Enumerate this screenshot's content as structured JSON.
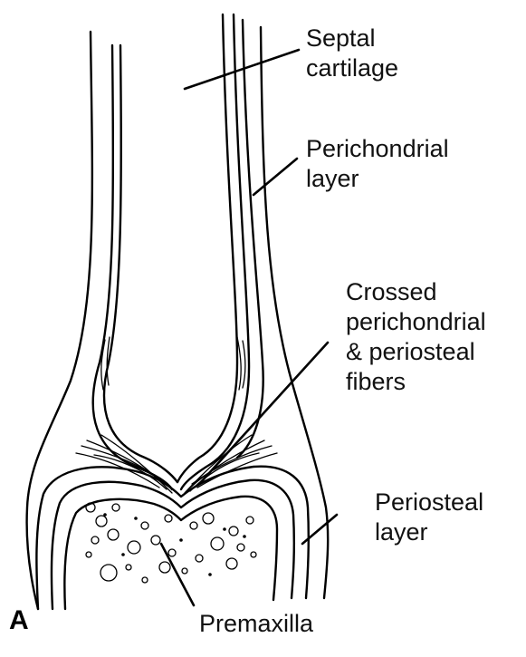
{
  "panel_label": "A",
  "labels": {
    "septal_cartilage": [
      "Septal",
      "cartilage"
    ],
    "perichondrial_layer": [
      "Perichondrial",
      "layer"
    ],
    "crossed_fibers": [
      "Crossed",
      "perichondrial",
      "& periosteal",
      "fibers"
    ],
    "periosteal_layer": [
      "Periosteal",
      "layer"
    ],
    "premaxilla": [
      "Premaxilla"
    ]
  }
}
